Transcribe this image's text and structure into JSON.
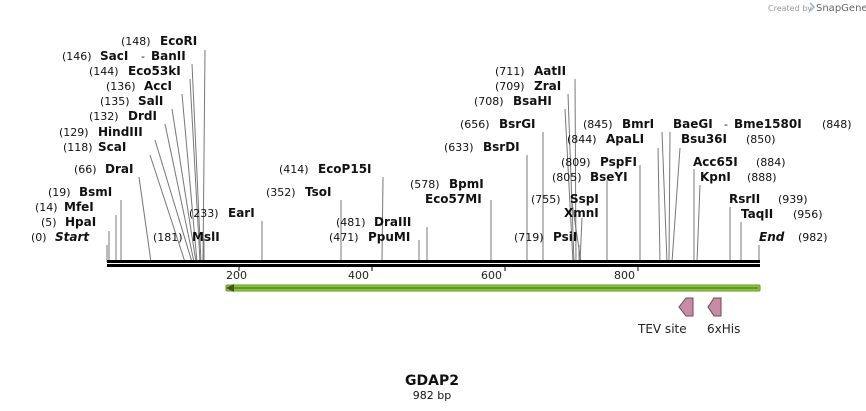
{
  "credit": {
    "prefix": "Created by",
    "brand": "SnapGene"
  },
  "sequence": {
    "name": "GDAP2",
    "length_label": "982 bp",
    "length": 982
  },
  "ends": {
    "start_pos": "(0)",
    "start_label": "Start",
    "end_label": "End",
    "end_pos": "(982)"
  },
  "ruler_ticks": [
    "200",
    "400",
    "600",
    "800"
  ],
  "sites": [
    {
      "pos": "(5)",
      "name": "HpaI"
    },
    {
      "pos": "(14)",
      "name": "MfeI"
    },
    {
      "pos": "(19)",
      "name": "BsmI"
    },
    {
      "pos": "(66)",
      "name": "DraI"
    },
    {
      "pos": "(118)",
      "name": "ScaI"
    },
    {
      "pos": "(129)",
      "name": "HindIII"
    },
    {
      "pos": "(132)",
      "name": "DrdI"
    },
    {
      "pos": "(135)",
      "name": "SalI"
    },
    {
      "pos": "(136)",
      "name": "AccI"
    },
    {
      "pos": "(144)",
      "name": "Eco53kI"
    },
    {
      "pos": "(146)",
      "name": "SacI",
      "name2": "BanII"
    },
    {
      "pos": "(148)",
      "name": "EcoRI"
    },
    {
      "pos": "(181)",
      "name": "MslI"
    },
    {
      "pos": "(233)",
      "name": "EarI"
    },
    {
      "pos": "(352)",
      "name": "TsoI"
    },
    {
      "pos": "(414)",
      "name": "EcoP15I"
    },
    {
      "pos": "(471)",
      "name": "PpuMI"
    },
    {
      "pos": "(481)",
      "name": "DraIII"
    },
    {
      "pos": "",
      "name": "Eco57MI"
    },
    {
      "pos": "(578)",
      "name": "BpmI"
    },
    {
      "pos": "(633)",
      "name": "BsrDI"
    },
    {
      "pos": "(656)",
      "name": "BsrGI"
    },
    {
      "pos": "(708)",
      "name": "BsaHI"
    },
    {
      "pos": "(709)",
      "name": "ZraI"
    },
    {
      "pos": "(711)",
      "name": "AatII"
    },
    {
      "pos": "(719)",
      "name": "PsiI"
    },
    {
      "pos": "",
      "name": "XmnI"
    },
    {
      "pos": "(755)",
      "name": "SspI"
    },
    {
      "pos": "(805)",
      "name": "BseYI"
    },
    {
      "pos": "(809)",
      "name": "PspFI"
    },
    {
      "pos": "(844)",
      "name": "ApaLI"
    },
    {
      "pos": "(845)",
      "name": "BmrI"
    },
    {
      "pos": "",
      "name": "BaeGI",
      "name2": "Bme1580I",
      "pos_after": "(848)"
    },
    {
      "name": "Bsu36I",
      "pos_after": "(850)"
    },
    {
      "name": "Acc65I",
      "pos_after": "(884)"
    },
    {
      "name": "KpnI",
      "pos_after": "(888)"
    },
    {
      "name": "RsrII",
      "pos_after": "(939)"
    },
    {
      "name": "TaqII",
      "pos_after": "(956)"
    }
  ],
  "features": [
    {
      "name": "TEV site",
      "color": "#c98aa6"
    },
    {
      "name": "6xHis",
      "color": "#c98aa6"
    }
  ],
  "orf": {
    "color": "#8dc63f",
    "direction": "reverse"
  },
  "colors": {
    "backbone": "#000000",
    "leader": "#777777"
  }
}
